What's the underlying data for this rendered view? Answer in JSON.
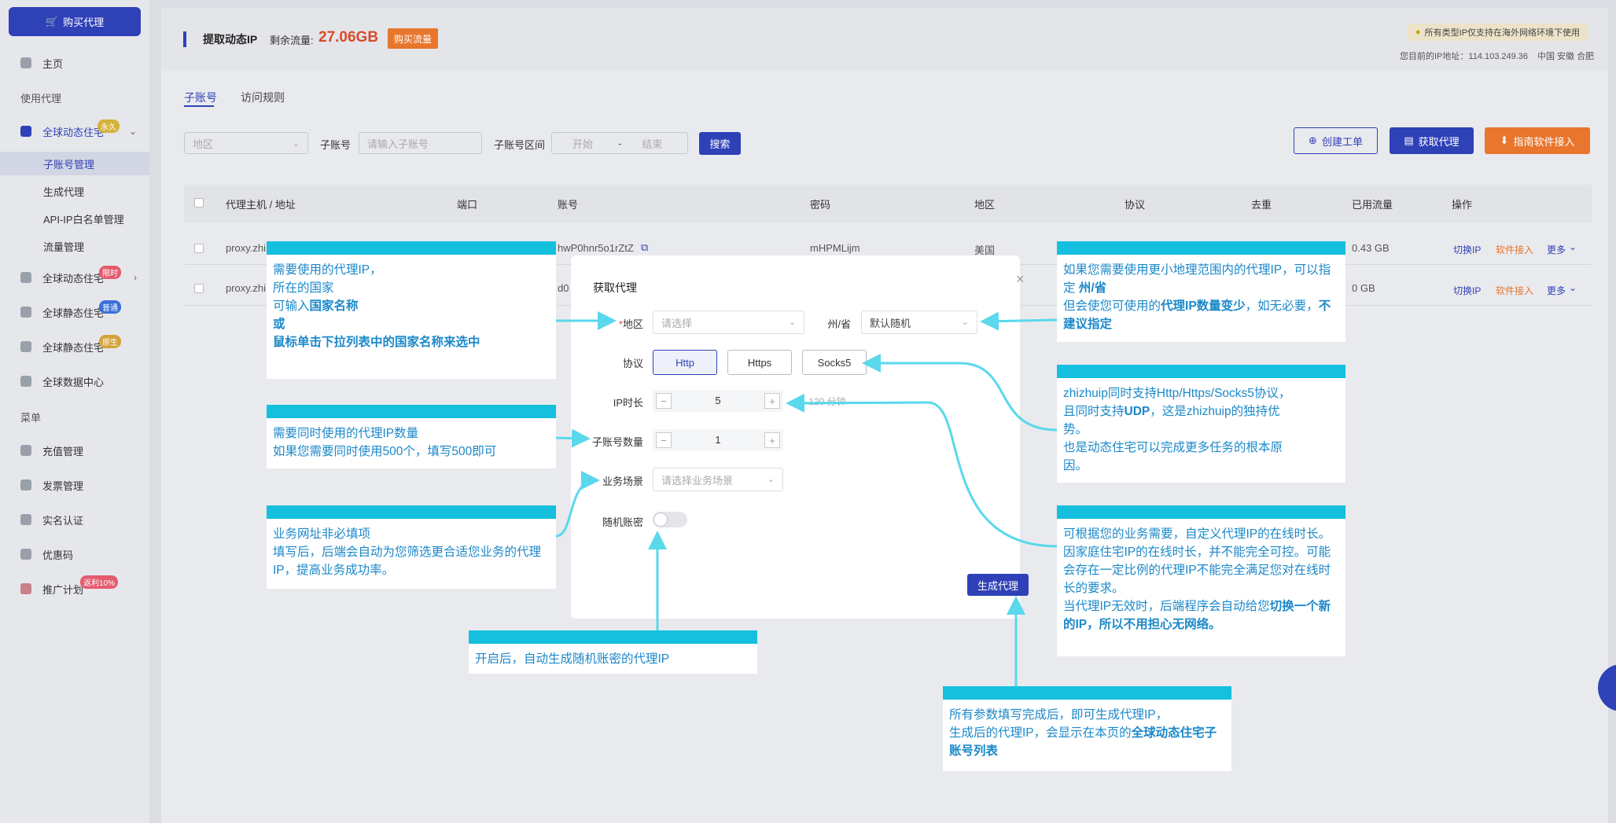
{
  "sidebar": {
    "buy_label": "购买代理",
    "items": [
      {
        "label": "主页"
      },
      {
        "label": "使用代理"
      },
      {
        "label": "全球动态住宅",
        "badge": "永久"
      },
      {
        "label": "子账号管理"
      },
      {
        "label": "生成代理"
      },
      {
        "label": "API-IP白名单管理"
      },
      {
        "label": "流量管理"
      },
      {
        "label": "全球动态住宅",
        "badge": "限时"
      },
      {
        "label": "全球静态住宅",
        "badge": "普通"
      },
      {
        "label": "全球静态住宅",
        "badge": "原生"
      },
      {
        "label": "全球数据中心"
      },
      {
        "label": "菜单"
      },
      {
        "label": "充值管理"
      },
      {
        "label": "发票管理"
      },
      {
        "label": "实名认证"
      },
      {
        "label": "优惠码"
      },
      {
        "label": "推广计划",
        "badge": "返利10%"
      }
    ]
  },
  "header": {
    "title": "提取动态IP",
    "remaining_label": "剩余流量:",
    "remaining_value": "27.06GB",
    "buy_traffic": "购买流量",
    "notice": "所有类型IP仅支持在海外网络环境下使用",
    "ip_label": "您目前的IP地址：114.103.249.36",
    "ip_location": "中国 安徽 合肥"
  },
  "tabs": [
    {
      "label": "子账号"
    },
    {
      "label": "访问规则"
    }
  ],
  "filters": {
    "region_placeholder": "地区",
    "subaccount_label": "子账号",
    "subaccount_placeholder": "请输入子账号",
    "range_label": "子账号区间",
    "start_placeholder": "开始",
    "dash": "-",
    "end_placeholder": "结束",
    "search": "搜索",
    "create_ticket": "创建工单",
    "get_proxy": "获取代理",
    "software_access": "指南软件接入"
  },
  "table": {
    "headers": [
      "代理主机 / 地址",
      "端口",
      "账号",
      "密码",
      "地区",
      "协议",
      "去重",
      "已用流量",
      "操作"
    ],
    "rows": [
      {
        "host": "proxy.zhi",
        "account": "hwP0hnr5o1rZtZ",
        "password": "mHPMLijm",
        "region": "美国",
        "used": "0.43 GB"
      },
      {
        "host": "proxy.zhi",
        "account": "d0",
        "used": "0 GB"
      }
    ],
    "actions": {
      "switch": "切换IP",
      "software": "软件接入",
      "more": "更多"
    }
  },
  "modal": {
    "title": "获取代理",
    "region_label": "地区",
    "region_placeholder": "请选择",
    "state_label": "州/省",
    "state_value": "默认随机",
    "protocol_label": "协议",
    "protocols": [
      "Http",
      "Https",
      "Socks5"
    ],
    "ip_duration_label": "IP时长",
    "ip_duration_value": "5",
    "ip_duration_hint": "- 120 分钟",
    "count_label": "子账号数量",
    "count_value": "1",
    "scene_label": "业务场景",
    "scene_placeholder": "请选择业务场景",
    "random_label": "随机账密",
    "generate": "生成代理",
    "minus": "−",
    "plus": "+"
  },
  "callouts": {
    "country": "需要使用的代理IP，\n所在的国家\n可输入<b>国家名称</b>\n<b>或</b>\n<b>鼠标单击下拉列表中的国家名称来选中</b>",
    "state": "如果您需要使用更小地理范围内的代理IP，可以指定 <b>州/省</b>\n但会使您可使用的<b>代理IP数量变少</b>，如无必要，<b>不建议指定</b>",
    "protocol": "zhizhuip同时支持Http/Https/Socks5协议，且同时支持<b>UDP</b>，这是zhizhuip的独持优势。\n也是动态住宅可以完成更多任务的根本原因。",
    "count": "需要同时使用的代理IP数量\n如果您需要同时使用500个，填写500即可",
    "duration": "可根据您的业务需要，自定义代理IP的在线时长。\n因家庭住宅IP的在线时长，并不能完全可控。可能会存在一定比例的代理IP不能完全满足您对在线时长的要求。\n当代理IP无效时，后端程序会自动给您<b>切换一个新的IP，所以不用担心无网络。</b>",
    "scene": "业务网址非必填项\n填写后，后端会自动为您筛选更合适您业务的代理IP，提高业务成功率。",
    "random": "开启后，自动生成随机账密的代理IP",
    "generate": "所有参数填写完成后，即可生成代理IP，\n生成后的代理IP，会显示在本页的<b>全球动态住宅子账号列表</b>"
  },
  "colors": {
    "brand": "#2f41b7",
    "accent_orange": "#e8762c",
    "callout_bar": "#14c0dd",
    "callout_text": "#1b88c9",
    "arrow": "#5ad8ec"
  }
}
